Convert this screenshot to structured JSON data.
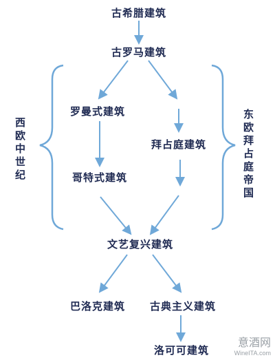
{
  "nodes": {
    "greek": "古希腊建筑",
    "roman": "古罗马建筑",
    "romanesque": "罗曼式建筑",
    "byzantine": "拜占庭建筑",
    "gothic": "哥特式建筑",
    "renaissance": "文艺复兴建筑",
    "baroque": "巴洛克建筑",
    "classicism": "古典主义建筑",
    "rococo": "洛可可建筑"
  },
  "groups": {
    "west": "西欧中世纪",
    "east": "东欧拜占庭帝国"
  },
  "watermark": {
    "cn": "意酒网",
    "en": "WineITA.com"
  },
  "colors": {
    "arrow": "#6fa8d8",
    "text": "#1f2a52",
    "watermark": "#9aa0a6"
  }
}
